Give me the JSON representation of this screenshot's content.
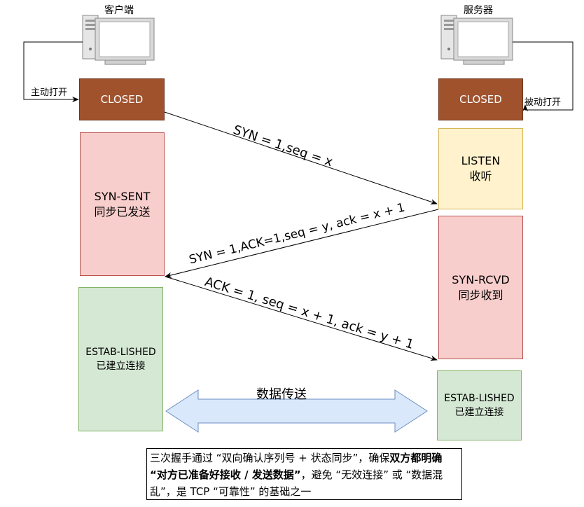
{
  "client": {
    "title": "客户端",
    "open_label": "主动打开",
    "icon": "computer-icon"
  },
  "server": {
    "title": "服务器",
    "open_label": "被动打开",
    "icon": "computer-icon"
  },
  "states": {
    "client_closed": "CLOSED",
    "server_closed": "CLOSED",
    "syn_sent": [
      "SYN-SENT",
      "同步已发送"
    ],
    "listen": [
      "LISTEN",
      "收听"
    ],
    "syn_rcvd": [
      "SYN-RCVD",
      "同步收到"
    ],
    "client_established": [
      "ESTAB-LISHED",
      "已建立连接"
    ],
    "server_established": [
      "ESTAB-LISHED",
      "已建立连接"
    ]
  },
  "messages": {
    "syn": "SYN = 1,seq = x",
    "syn_ack": "SYN = 1,ACK=1,seq  = y, ack = x + 1",
    "ack": "ACK  = 1, seq = x + 1, ack = y + 1"
  },
  "data_transfer": "数据传送",
  "caption": {
    "p1": "三次握手通过 “双向确认序列号 + 状态同步”，确保",
    "b1": "双方都明确 “对方已准备好接收 / 发送数据”",
    "p2": "，避免 “无效连接” 或 “数据混乱”，是 TCP “可靠性” 的基础之一"
  },
  "colors": {
    "closed": "#a0522d",
    "pink": "#f8cecc",
    "yellow": "#fff2cc",
    "green": "#d5e8d4",
    "arrow_fill": "#dae8fc"
  }
}
